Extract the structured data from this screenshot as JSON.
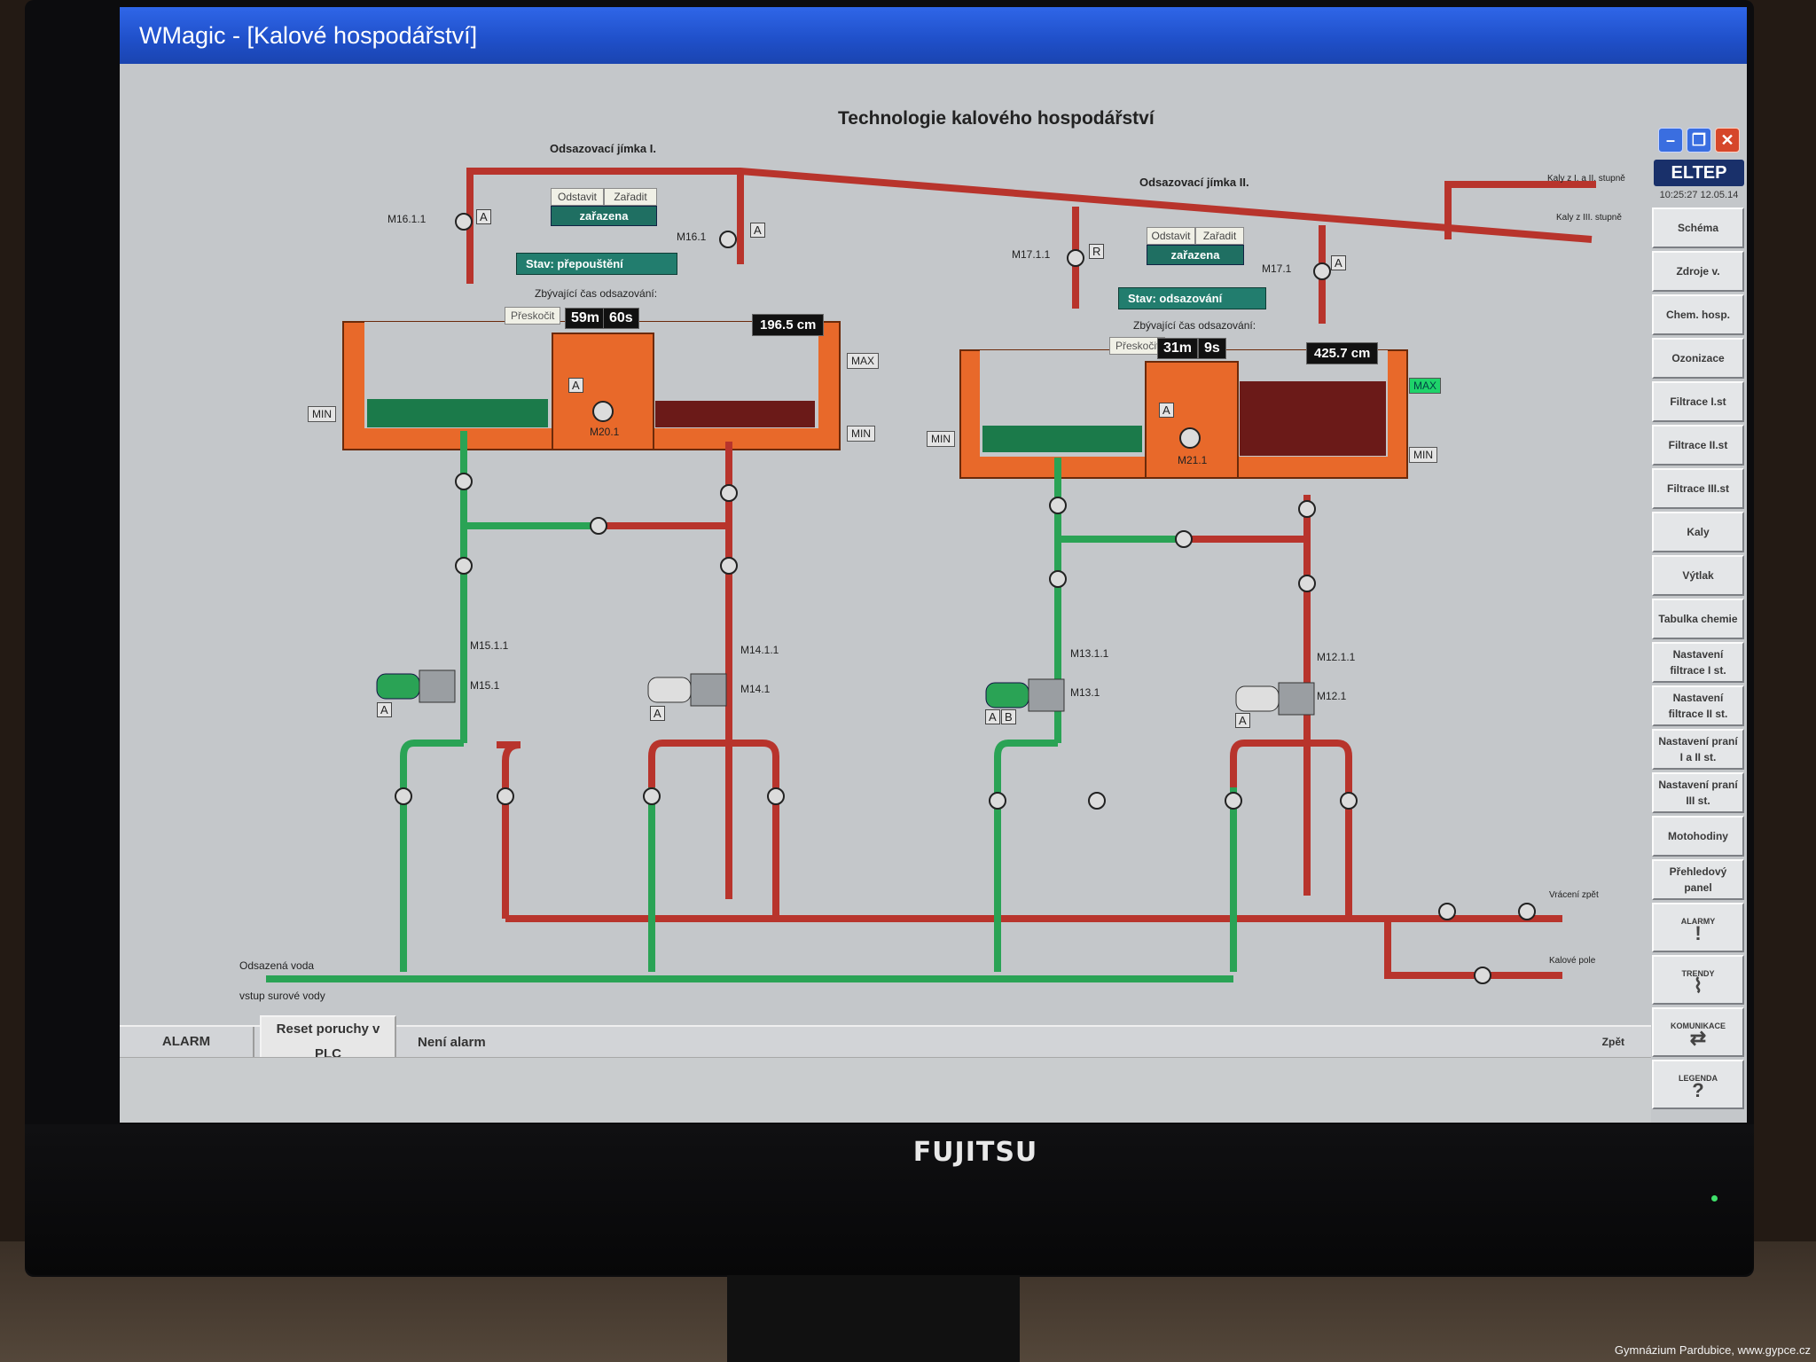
{
  "window": {
    "title": "WMagic - [Kalové hospodářství]"
  },
  "page_title": "Technologie kalového hospodářství",
  "logo": "ELTEP",
  "clock": "10:25:27  12.05.14",
  "sidebar": {
    "items": [
      {
        "label": "Schéma"
      },
      {
        "label": "Zdroje v."
      },
      {
        "label": "Chem. hosp."
      },
      {
        "label": "Ozonizace"
      },
      {
        "label": "Filtrace I.st"
      },
      {
        "label": "Filtrace II.st"
      },
      {
        "label": "Filtrace III.st"
      },
      {
        "label": "Kaly"
      },
      {
        "label": "Výtlak"
      },
      {
        "label": "Tabulka chemie"
      },
      {
        "label": "Nastavení filtrace I st."
      },
      {
        "label": "Nastavení filtrace II st."
      },
      {
        "label": "Nastavení praní I a II st."
      },
      {
        "label": "Nastavení praní III st."
      },
      {
        "label": "Motohodiny"
      },
      {
        "label": "Přehledový panel"
      }
    ],
    "icon_items": [
      {
        "label": "ALARMY",
        "icon": "exclamation-icon",
        "glyph": "!"
      },
      {
        "label": "TRENDY",
        "icon": "trend-icon",
        "glyph": "⌇"
      },
      {
        "label": "KOMUNIKACE",
        "icon": "communication-icon",
        "glyph": "⇄"
      },
      {
        "label": "LEGENDA",
        "icon": "help-icon",
        "glyph": "?"
      }
    ]
  },
  "statusbar": {
    "alarm": "ALARM",
    "reset": "Reset poruchy v PLC",
    "status": "Není alarm",
    "back": "Zpět"
  },
  "tank1": {
    "title": "Odsazovací jímka I.",
    "btn_stop": "Odstavit",
    "btn_start": "Zařadit",
    "state": "zařazena",
    "status": "Stav: přepouštění",
    "timer_label": "Zbývající čas odsazování:",
    "skip": "Přeskočit",
    "min": "59m",
    "sec": "60s",
    "level": "196.5 cm",
    "valves": {
      "m161": "M16.1.1",
      "m16": "M16.1",
      "m201": "M20.1",
      "m151": "M15.1.1",
      "m15": "M15.1",
      "m141": "M14.1.1",
      "m14": "M14.1"
    }
  },
  "tank2": {
    "title": "Odsazovací jímka II.",
    "btn_stop": "Odstavit",
    "btn_start": "Zařadit",
    "state": "zařazena",
    "status": "Stav: odsazování",
    "timer_label": "Zbývající čas odsazování:",
    "skip": "Přeskočit",
    "min": "31m",
    "sec": "9s",
    "level": "425.7 cm",
    "valves": {
      "m171": "M17.1.1",
      "m17": "M17.1",
      "m211": "M21.1",
      "m131": "M13.1.1",
      "m13": "M13.1",
      "m121": "M12.1.1",
      "m12": "M12.1"
    }
  },
  "labels": {
    "min": "MIN",
    "max": "MAX",
    "a": "A",
    "b": "B",
    "r": "R",
    "kaly1": "Kaly z I. a II. stupně",
    "kaly2": "Kaly z III. stupně",
    "odsazena": "Odsazená voda",
    "vstup": "vstup surové vody",
    "vrac": "Vrácení zpět",
    "kalove": "Kalové pole"
  },
  "monitor": {
    "brand": "FUJITSU"
  },
  "photo_credit": "Gymnázium Pardubice, www.gypce.cz"
}
